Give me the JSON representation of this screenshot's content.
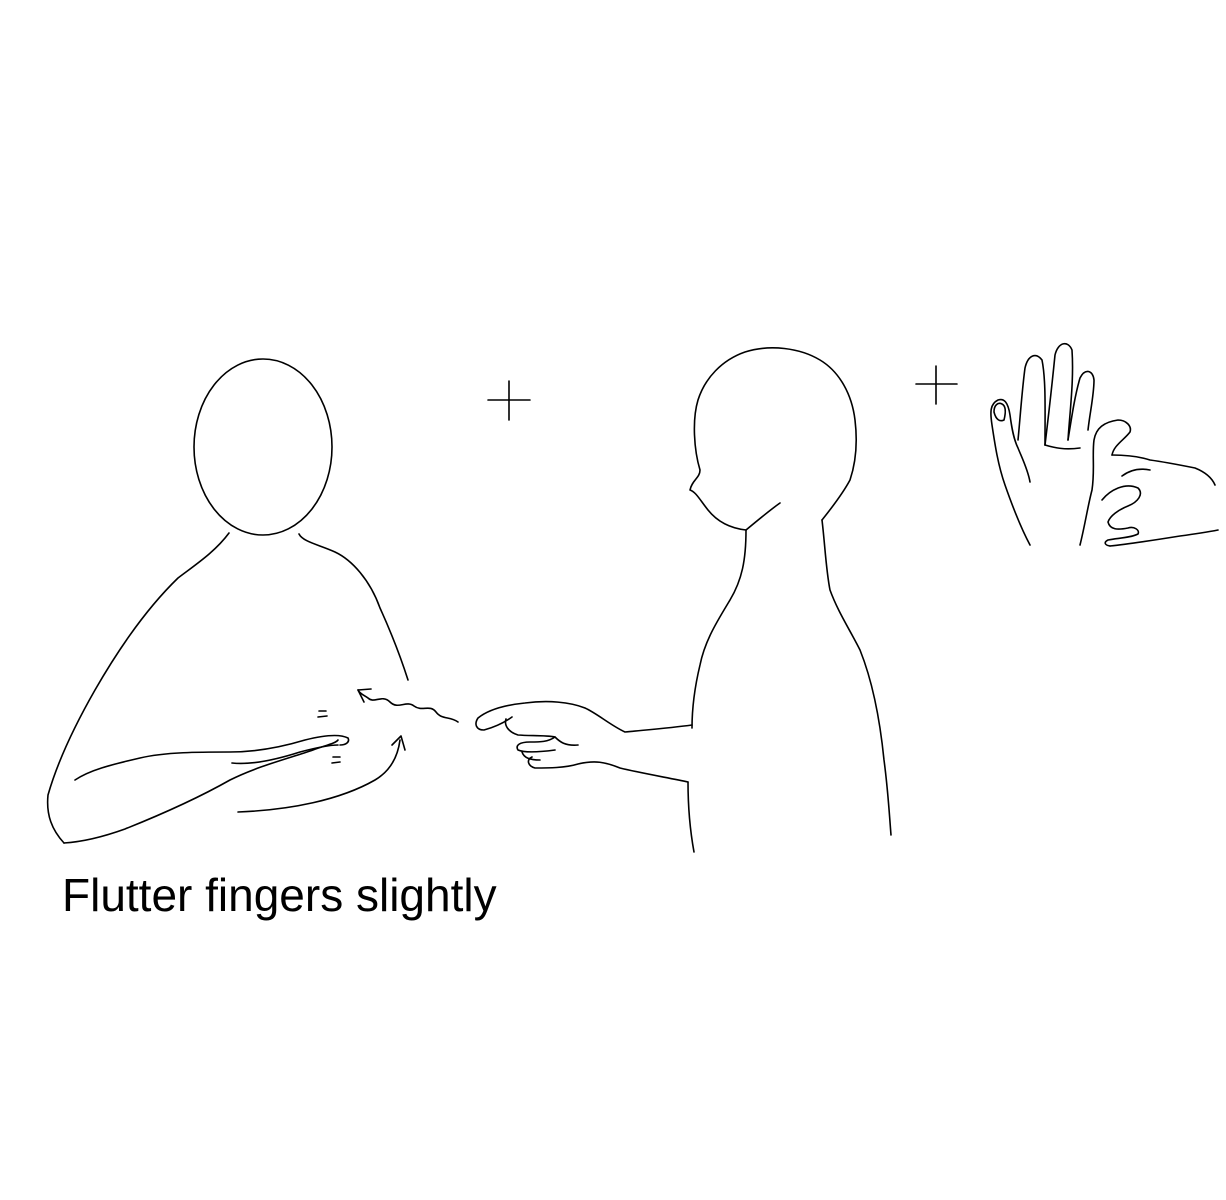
{
  "caption": "Flutter fingers slightly",
  "colors": {
    "background": "#ffffff",
    "ink": "#000000"
  },
  "figures": [
    {
      "name": "signer-front",
      "description_icon": "person-front-outline"
    },
    {
      "name": "signer-profile",
      "description_icon": "person-profile-outline"
    },
    {
      "name": "hands-closeup",
      "description_icon": "hands-detail"
    }
  ],
  "separators": [
    "plus-sign",
    "plus-sign"
  ]
}
